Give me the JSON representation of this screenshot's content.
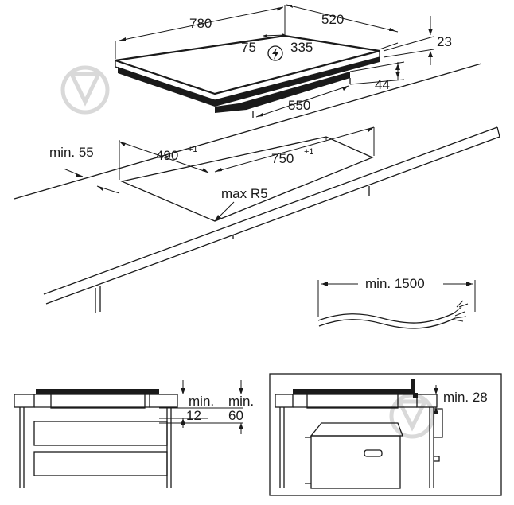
{
  "hob": {
    "width_label": "780",
    "depth_label": "520",
    "height_label": "23",
    "box_height_label": "44",
    "box_depth_label": "550",
    "conn_offset_label": "75",
    "conn_depth_label": "335",
    "power_icon": "lightning-bolt-in-circle-icon"
  },
  "cutout": {
    "depth_label": "490",
    "depth_tol": "+1",
    "width_label": "750",
    "width_tol": "+1",
    "radius_label": "max R5",
    "min_edge_label": "min. 55"
  },
  "cable": {
    "length_label": "min. 1500"
  },
  "side_views": {
    "left": {
      "gap1_label_a": "min.",
      "gap1_label_b": "12",
      "gap2_label_a": "min.",
      "gap2_label_b": "60"
    },
    "right": {
      "gap_label": "min. 28"
    }
  },
  "watermark_icon": "brand-watermark-icon"
}
